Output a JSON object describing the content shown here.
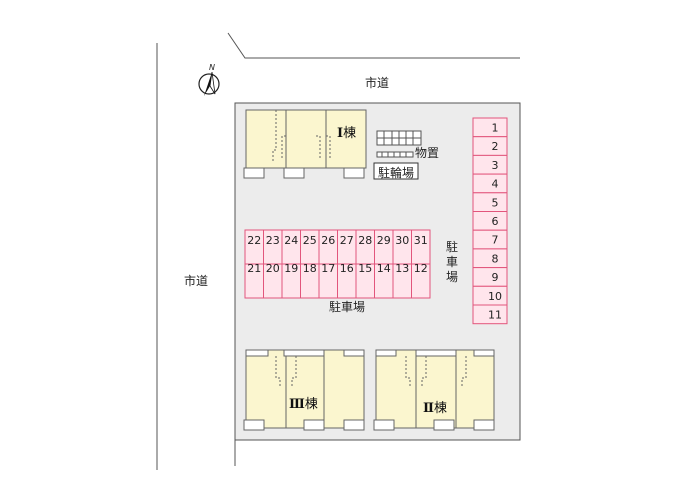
{
  "roads": {
    "top_label": "市道",
    "left_label": "市道"
  },
  "compass": {
    "north_label": "N"
  },
  "buildings": {
    "I": {
      "numeral": "Ⅰ",
      "suffix": "棟"
    },
    "II": {
      "numeral": "Ⅱ",
      "suffix": "棟"
    },
    "III": {
      "numeral": "Ⅲ",
      "suffix": "棟"
    }
  },
  "storage_label": "物置",
  "bicycle_parking_label": "駐輪場",
  "parking_center": {
    "label": "駐車場",
    "top_row": [
      "22",
      "23",
      "24",
      "25",
      "26",
      "27",
      "28",
      "29",
      "30",
      "31"
    ],
    "bottom_row": [
      "21",
      "20",
      "19",
      "18",
      "17",
      "16",
      "15",
      "14",
      "13",
      "12"
    ]
  },
  "parking_right": {
    "label": "駐車場",
    "label_chars": [
      "駐",
      "車",
      "場"
    ],
    "spaces": [
      "1",
      "2",
      "3",
      "4",
      "5",
      "6",
      "7",
      "8",
      "9",
      "10",
      "11"
    ]
  },
  "colors": {
    "building_fill": "#fbf6cf",
    "parking_fill": "#ffe5ec",
    "parking_stroke": "#e2557c",
    "ground_fill": "#ececec",
    "line": "#666666"
  }
}
